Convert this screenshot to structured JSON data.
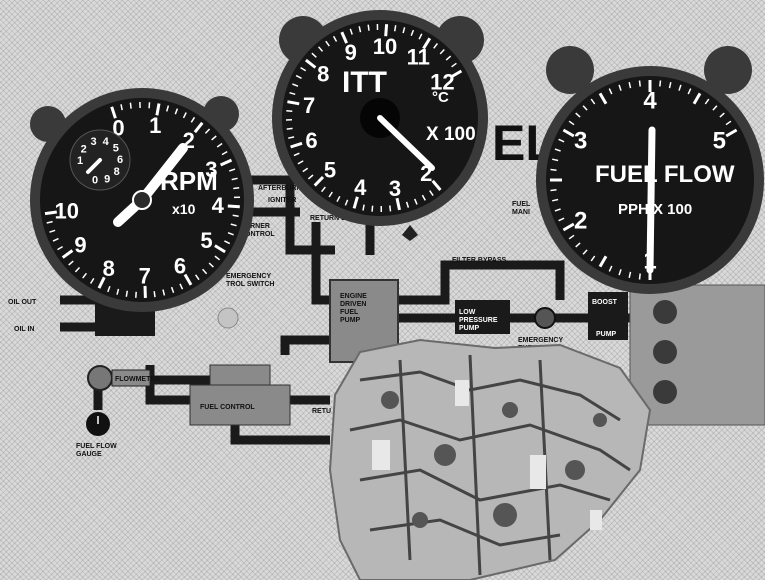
{
  "rpm_gauge": {
    "title": "RPM",
    "multiplier": "x10",
    "numerals": [
      "0",
      "1",
      "2",
      "3",
      "4",
      "5",
      "6",
      "7",
      "8",
      "9",
      "10"
    ],
    "subdial_numerals": [
      "1",
      "2",
      "3",
      "4",
      "5",
      "6",
      "8",
      "9",
      "0"
    ]
  },
  "itt_gauge": {
    "title": "ITT",
    "unit": "°C",
    "multiplier": "X 100",
    "numerals": [
      "2",
      "3",
      "4",
      "5",
      "6",
      "7",
      "8",
      "9",
      "10",
      "11",
      "12"
    ]
  },
  "fuel_flow_gauge": {
    "title": "FUEL FLOW",
    "unit": "PPH X 100",
    "numerals": [
      "1",
      "2",
      "3",
      "4",
      "5"
    ]
  },
  "diagram_labels": {
    "afterburner": "AFTERBURN",
    "igniter": "IGNITER",
    "return_line": "RETURN LINE",
    "burner_control": "BURNER\nCONTROL",
    "emergency_control_switch": "EMERGENCY\nTROL SWITCH",
    "oil_out": "OIL OUT",
    "oil_in": "OIL IN",
    "flowmeter": "FLOWMETER",
    "fuel_control": "FUEL CONTROL",
    "fuel_flow_gauge": "FUEL FLOW\nGAUGE",
    "engine_driven_pump": "ENGINE\nDRIVEN\nFUEL\nPUMP",
    "filter_bypass": "FILTER BYPASS",
    "low_pressure_pump": "LOW\nPRESSURE\nPUMP",
    "emergency_shutoff": "EMERGENCY\nFUEL SHUT-\nOFF VALVE",
    "boost": "BOOST",
    "pump": "PUMP",
    "fuel_manifold": "FUEL\nMANI",
    "return_lower": "RETU",
    "title_fragment": "EL"
  },
  "colors": {
    "dial_face": "#161616",
    "bezel": "#3a3a3a",
    "needle": "#ffffff",
    "pipe": "#1a1a1a",
    "component_gray": "#8a8a8a",
    "background": "#d9d9d9"
  }
}
